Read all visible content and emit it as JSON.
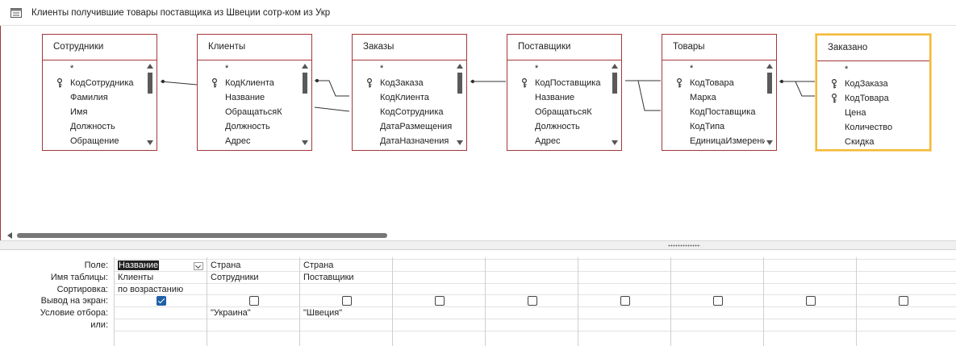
{
  "window": {
    "title": "Клиенты получившие товары поставщика из Швеции сотр-ком из Укр"
  },
  "colors": {
    "table_border": "#a4373a",
    "selected_border": "#f5b938",
    "checkbox_checked": "#1f5fa8"
  },
  "tables": [
    {
      "name": "Сотрудники",
      "fields": [
        {
          "label": "*",
          "key": false
        },
        {
          "label": "КодСотрудника",
          "key": true
        },
        {
          "label": "Фамилия",
          "key": false
        },
        {
          "label": "Имя",
          "key": false
        },
        {
          "label": "Должность",
          "key": false
        },
        {
          "label": "Обращение",
          "key": false
        }
      ]
    },
    {
      "name": "Клиенты",
      "fields": [
        {
          "label": "*",
          "key": false
        },
        {
          "label": "КодКлиента",
          "key": true
        },
        {
          "label": "Название",
          "key": false
        },
        {
          "label": "ОбращатьсяК",
          "key": false
        },
        {
          "label": "Должность",
          "key": false
        },
        {
          "label": "Адрес",
          "key": false
        }
      ]
    },
    {
      "name": "Заказы",
      "fields": [
        {
          "label": "*",
          "key": false
        },
        {
          "label": "КодЗаказа",
          "key": true
        },
        {
          "label": "КодКлиента",
          "key": false
        },
        {
          "label": "КодСотрудника",
          "key": false
        },
        {
          "label": "ДатаРазмещения",
          "key": false
        },
        {
          "label": "ДатаНазначения",
          "key": false
        }
      ]
    },
    {
      "name": "Поставщики",
      "fields": [
        {
          "label": "*",
          "key": false
        },
        {
          "label": "КодПоставщика",
          "key": true
        },
        {
          "label": "Название",
          "key": false
        },
        {
          "label": "ОбращатьсяК",
          "key": false
        },
        {
          "label": "Должность",
          "key": false
        },
        {
          "label": "Адрес",
          "key": false
        }
      ]
    },
    {
      "name": "Товары",
      "fields": [
        {
          "label": "*",
          "key": false
        },
        {
          "label": "КодТовара",
          "key": true
        },
        {
          "label": "Марка",
          "key": false
        },
        {
          "label": "КодПоставщика",
          "key": false
        },
        {
          "label": "КодТипа",
          "key": false
        },
        {
          "label": "ЕдиницаИзмерения",
          "key": false
        }
      ]
    },
    {
      "name": "Заказано",
      "selected": true,
      "fields": [
        {
          "label": "*",
          "key": false
        },
        {
          "label": "КодЗаказа",
          "key": true
        },
        {
          "label": "КодТовара",
          "key": true
        },
        {
          "label": "Цена",
          "key": false
        },
        {
          "label": "Количество",
          "key": false
        },
        {
          "label": "Скидка",
          "key": false
        }
      ]
    }
  ],
  "grid": {
    "row_labels": [
      "Поле:",
      "Имя таблицы:",
      "Сортировка:",
      "Вывод на экран:",
      "Условие отбора:",
      "или:"
    ],
    "columns": [
      {
        "field": "Название",
        "table": "Клиенты",
        "sort": "по возрастанию",
        "show": true,
        "criteria": "",
        "or": "",
        "active": true
      },
      {
        "field": "Страна",
        "table": "Сотрудники",
        "sort": "",
        "show": false,
        "criteria": "\"Украина\"",
        "or": ""
      },
      {
        "field": "Страна",
        "table": "Поставщики",
        "sort": "",
        "show": false,
        "criteria": "\"Швеция\"",
        "or": ""
      },
      {
        "field": "",
        "table": "",
        "sort": "",
        "show": false,
        "criteria": "",
        "or": ""
      },
      {
        "field": "",
        "table": "",
        "sort": "",
        "show": false,
        "criteria": "",
        "or": ""
      },
      {
        "field": "",
        "table": "",
        "sort": "",
        "show": false,
        "criteria": "",
        "or": ""
      },
      {
        "field": "",
        "table": "",
        "sort": "",
        "show": false,
        "criteria": "",
        "or": ""
      },
      {
        "field": "",
        "table": "",
        "sort": "",
        "show": false,
        "criteria": "",
        "or": ""
      },
      {
        "field": "",
        "table": "",
        "sort": "",
        "show": false,
        "criteria": "",
        "or": ""
      }
    ]
  }
}
